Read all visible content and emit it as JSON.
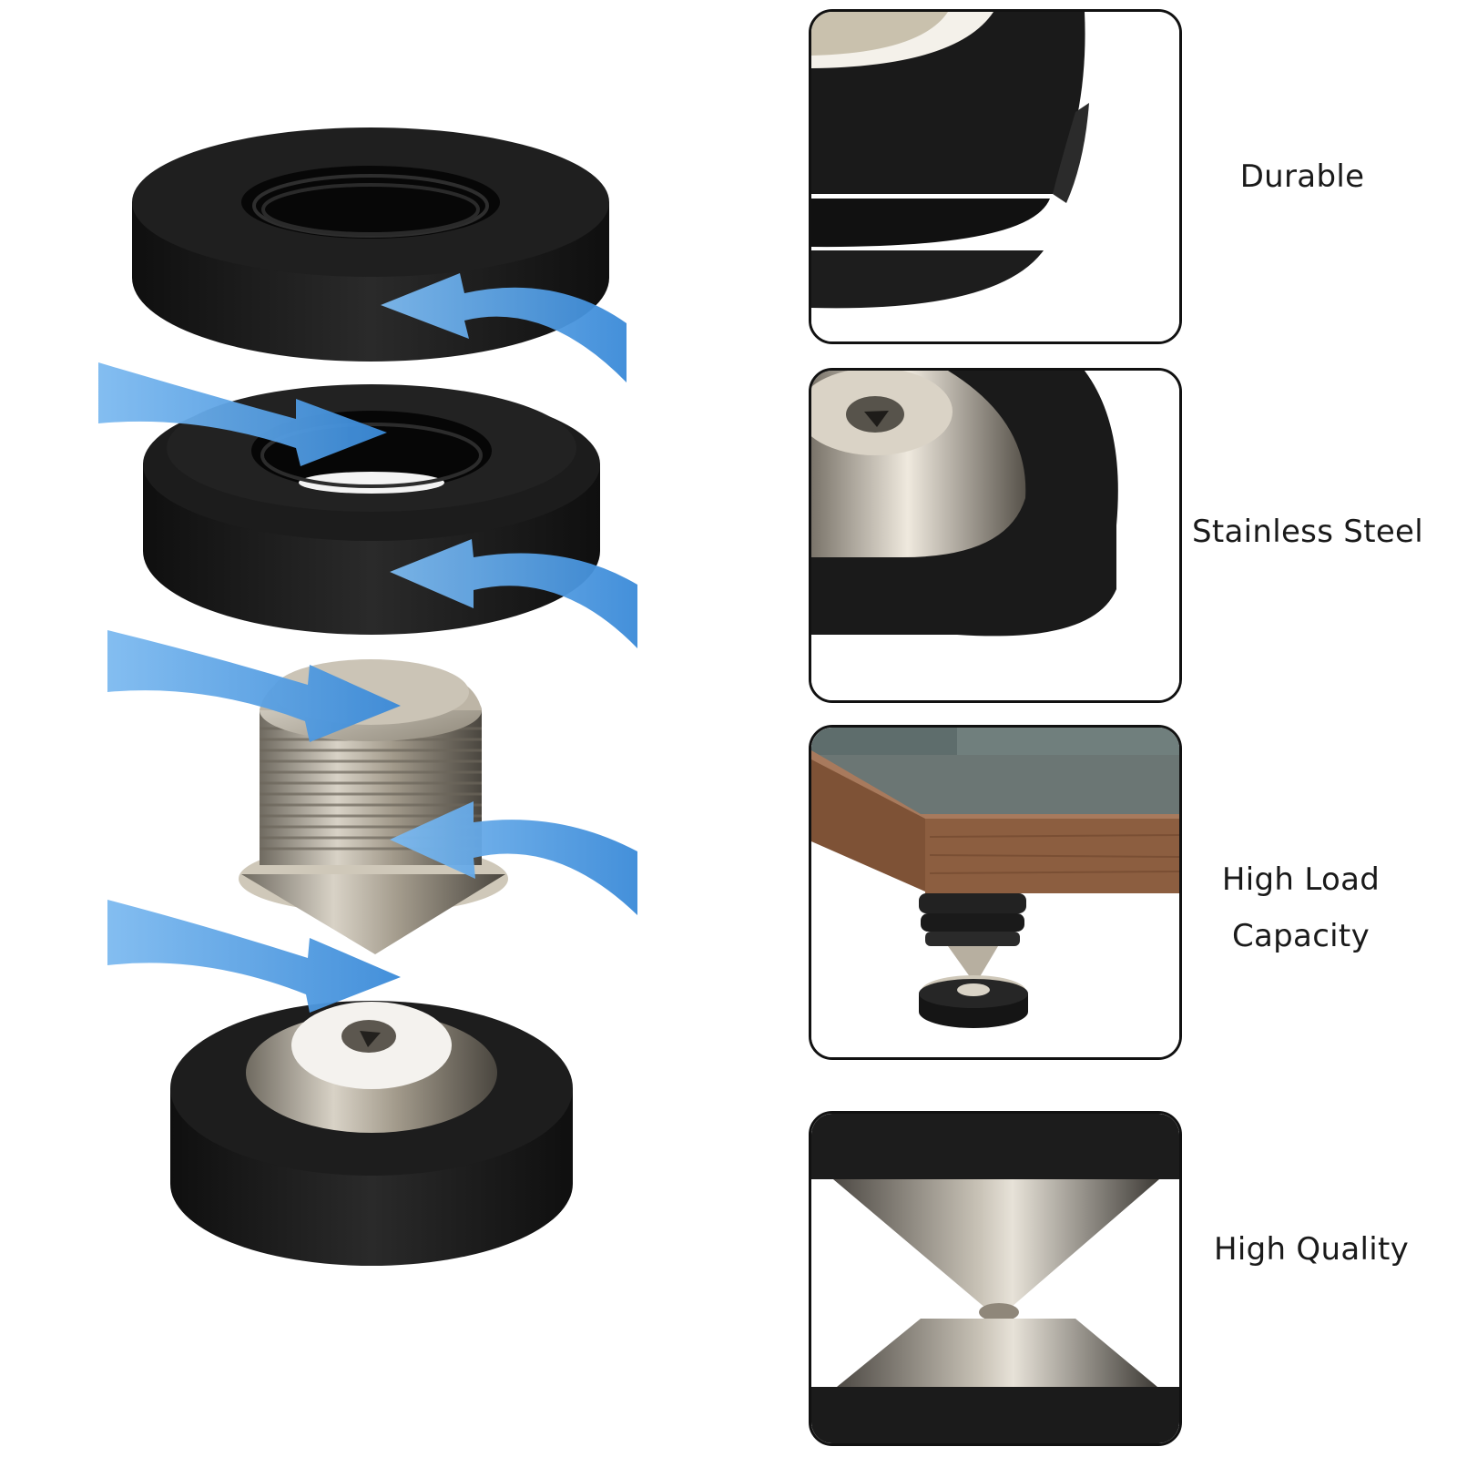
{
  "features": [
    {
      "label": "Durable"
    },
    {
      "label": "Stainless Steel"
    },
    {
      "label": "High Load Capacity"
    },
    {
      "label": "High Quality"
    }
  ],
  "colors": {
    "rubber": "#1b1b1b",
    "steel": "#b8ae9c",
    "arrow": "#4d9be0",
    "walnut": "#8a5a3c",
    "border": "#111111"
  },
  "icons": [
    "assembly-arrow-icon"
  ]
}
